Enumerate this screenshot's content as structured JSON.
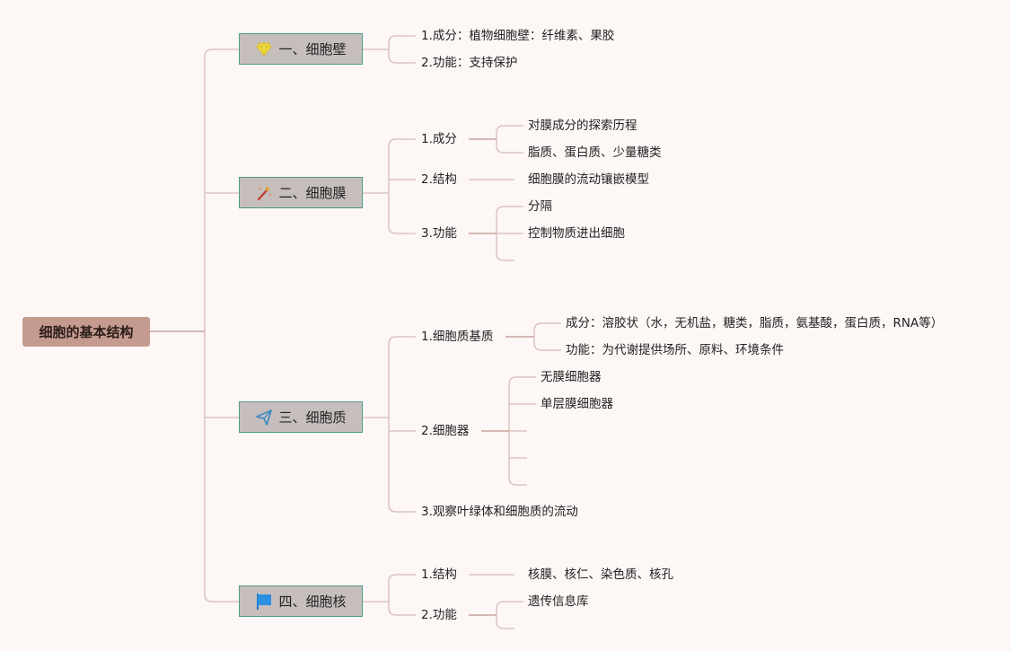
{
  "root": {
    "label": "细胞的基本结构"
  },
  "sections": {
    "wall": {
      "title": "一、细胞壁",
      "icon": "gem-icon",
      "items": [
        "1.成分：植物细胞壁：纤维素、果胶",
        "2.功能：支持保护"
      ]
    },
    "membrane": {
      "title": "二、细胞膜",
      "icon": "magic-wand-icon",
      "composition": {
        "label": "1.成分",
        "children": [
          "对膜成分的探索历程",
          "脂质、蛋白质、少量糖类"
        ]
      },
      "structure": {
        "label": "2.结构",
        "child": "细胞膜的流动镶嵌模型"
      },
      "function": {
        "label": "3.功能",
        "children": [
          "分隔",
          "控制物质进出细胞",
          ""
        ]
      }
    },
    "cytoplasm": {
      "title": "三、细胞质",
      "icon": "paper-plane-icon",
      "matrix": {
        "label": "1.细胞质基质",
        "children": [
          "成分：溶胶状（水，无机盐，糖类，脂质，氨基酸，蛋白质，RNA等）",
          "功能：为代谢提供场所、原料、环境条件"
        ]
      },
      "organelles": {
        "label": "2.细胞器",
        "children": [
          "无膜细胞器",
          "单层膜细胞器",
          "",
          "",
          ""
        ]
      },
      "observe": {
        "label": "3.观察叶绿体和细胞质的流动"
      }
    },
    "nucleus": {
      "title": "四、细胞核",
      "icon": "flag-icon",
      "structure": {
        "label": "1.结构",
        "child": "核膜、核仁、染色质、核孔"
      },
      "function": {
        "label": "2.功能",
        "children": [
          "遗传信息库",
          ""
        ]
      }
    }
  },
  "colors": {
    "background": "#fdf7f6",
    "root_fill": "#c59b90",
    "main_fill": "#c6bebd",
    "main_border": "#4f9a86",
    "connector": "#d6bcb6"
  }
}
